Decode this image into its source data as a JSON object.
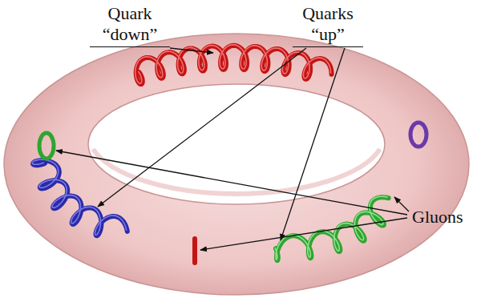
{
  "diagram": {
    "labels": [
      "Quark “down”",
      "Quarks “up”",
      "Gluons"
    ]
  }
}
